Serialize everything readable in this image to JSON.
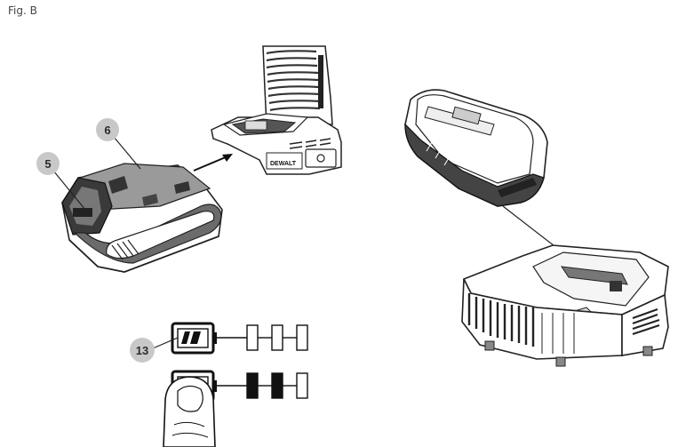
{
  "figure": {
    "label": "Fig. B"
  },
  "callouts": {
    "c5": "5",
    "c6": "6",
    "c13": "13"
  },
  "brand": {
    "tool_logo": "DEWALT"
  },
  "indicator": {
    "row_top": {
      "charge_segments": [
        0,
        0,
        0
      ]
    },
    "row_bottom": {
      "charge_segments": [
        1,
        1,
        0
      ]
    }
  }
}
